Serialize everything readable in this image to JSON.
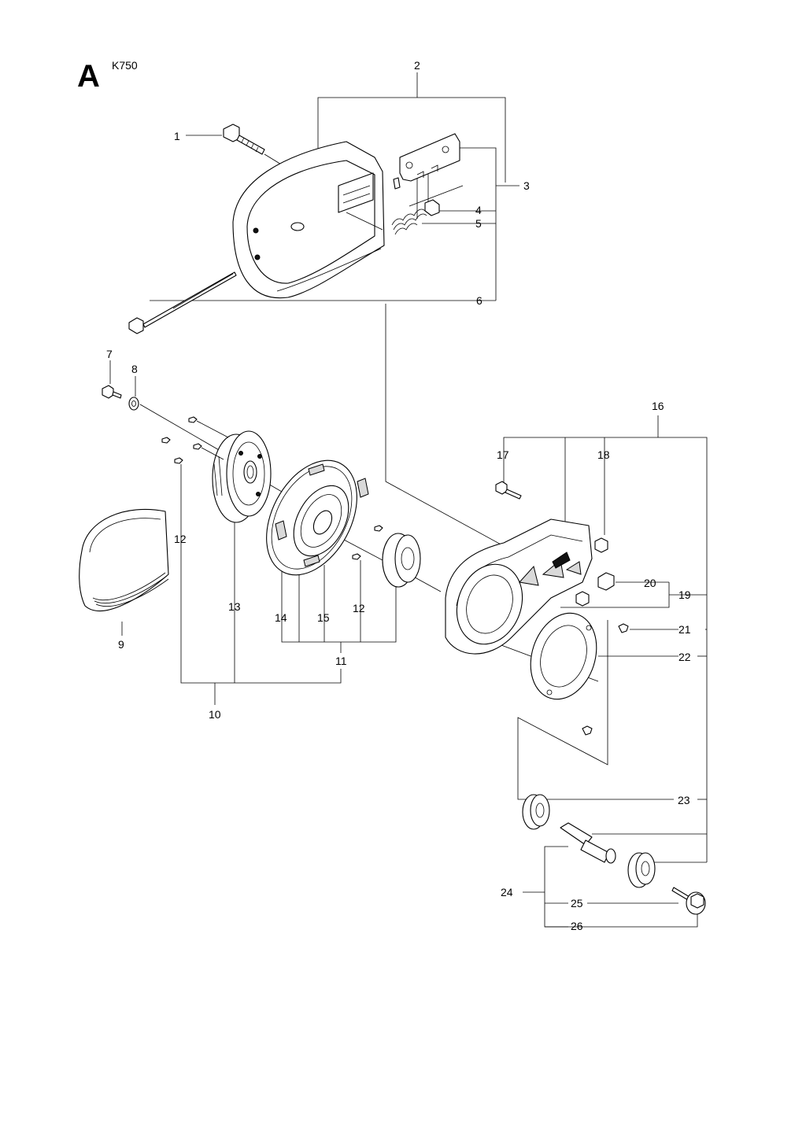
{
  "header": {
    "section": "A",
    "model": "K750"
  },
  "callouts": [
    "1",
    "2",
    "3",
    "4",
    "5",
    "6",
    "7",
    "8",
    "9",
    "10",
    "11",
    "12",
    "12",
    "13",
    "14",
    "15",
    "16",
    "17",
    "18",
    "19",
    "20",
    "21",
    "22",
    "23",
    "24",
    "25",
    "26"
  ]
}
